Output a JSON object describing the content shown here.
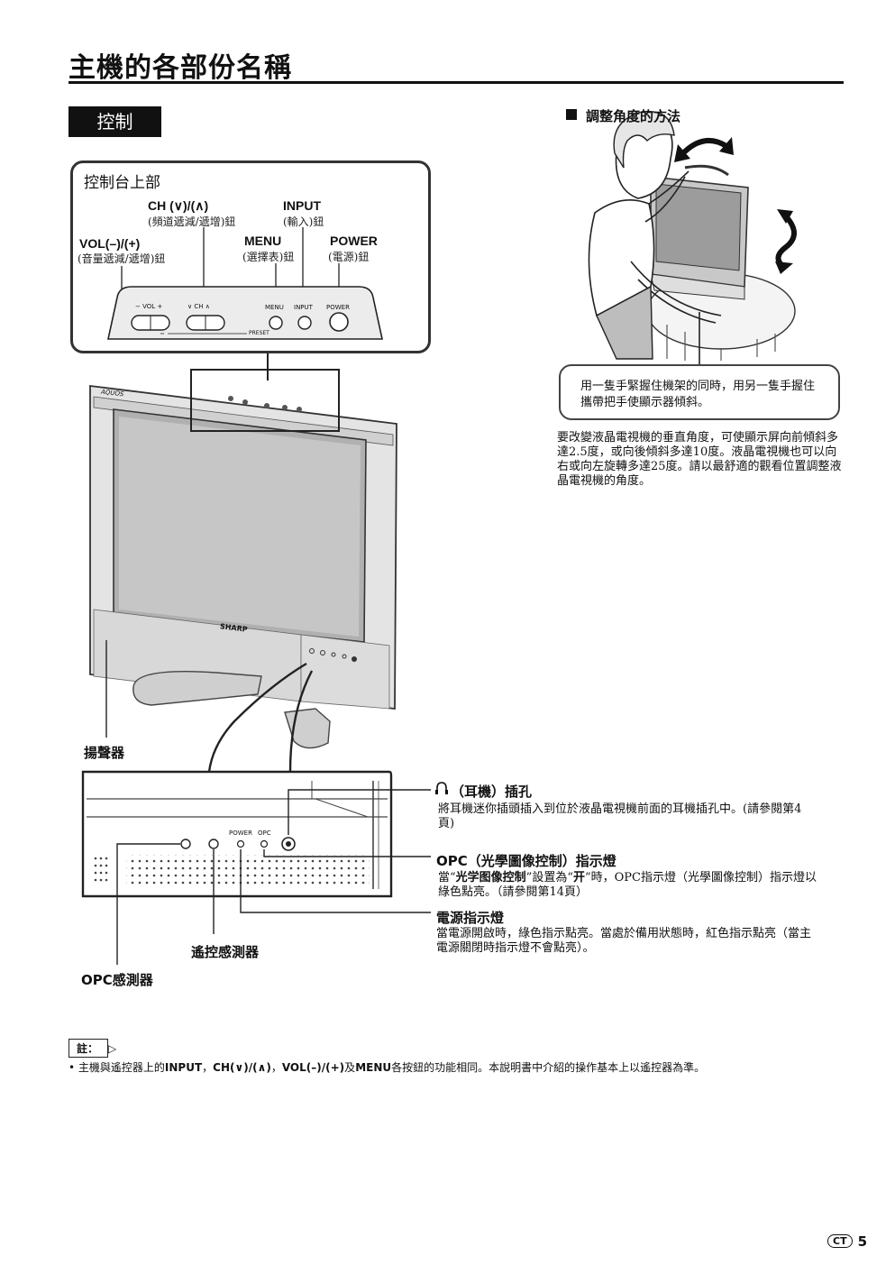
{
  "page_title": "主機的各部份名稱",
  "section_tag": "控制",
  "panel": {
    "title": "控制台上部",
    "ch_label": "CH (∨)/(∧)",
    "ch_sub": "(頻道遞減/遞增)鈕",
    "input_label": "INPUT",
    "input_sub": "(輸入)鈕",
    "vol_label": "VOL(–)/(+)",
    "vol_sub": "(音量遞減/遞增)鈕",
    "menu_label": "MENU",
    "menu_sub": "(選擇表)鈕",
    "power_label": "POWER",
    "power_sub": "(電源)鈕",
    "strip_vol": "− VOL +",
    "strip_ch": "∨ CH ∧",
    "strip_menu": "MENU",
    "strip_input": "INPUT",
    "strip_power": "POWER",
    "strip_preset": "PRESET"
  },
  "tv": {
    "brand": "SHARP",
    "model": "AQUOS",
    "front_power": "POWER",
    "front_opc": "OPC"
  },
  "angle": {
    "heading": "調整角度的方法",
    "bubble": "用一隻手緊握住機架的同時，用另一隻手握住攜帶把手使顯示器傾斜。",
    "paragraph": "要改變液晶電視機的垂直角度，可使顯示屏向前傾斜多達2.5度，或向後傾斜多達10度。液晶電視機也可以向右或向左旋轉多達25度。請以最舒適的觀看位置調整液晶電視機的角度。"
  },
  "callouts": {
    "headphone_head": "（耳機）插孔",
    "headphone_body": "將耳機迷你插頭插入到位於液晶電視機前面的耳機插孔中。(請參閱第4頁)",
    "opc_head": "OPC（光學圖像控制）指示燈",
    "opc_body_pre": "當“",
    "opc_body_b1": "光学图像控制",
    "opc_body_mid": "”設置為“",
    "opc_body_b2": "开",
    "opc_body_post": "”時，OPC指示燈（光學圖像控制）指示燈以綠色點亮。（請參閱第14頁）",
    "power_head": "電源指示燈",
    "power_body": "當電源開啟時，綠色指示點亮。當處於備用狀態時，紅色指示點亮（當主電源關閉時指示燈不會點亮）。"
  },
  "labels": {
    "speaker": "揚聲器",
    "remote_sensor": "遙控感測器",
    "opc_sensor": "OPC感測器"
  },
  "note": {
    "tag": "註：",
    "t1": "主機與遙控器上的",
    "b1": "INPUT",
    "t2": "，",
    "b2": "CH(∨)/(∧)",
    "t3": "，",
    "b3": "VOL(–)/(+)",
    "t4": "及",
    "b4": "MENU",
    "t5": "各按鈕的功能相同。本說明書中介紹的操作基本上以遙控器為準。"
  },
  "page": {
    "lang_badge": "CT",
    "number": "5"
  }
}
